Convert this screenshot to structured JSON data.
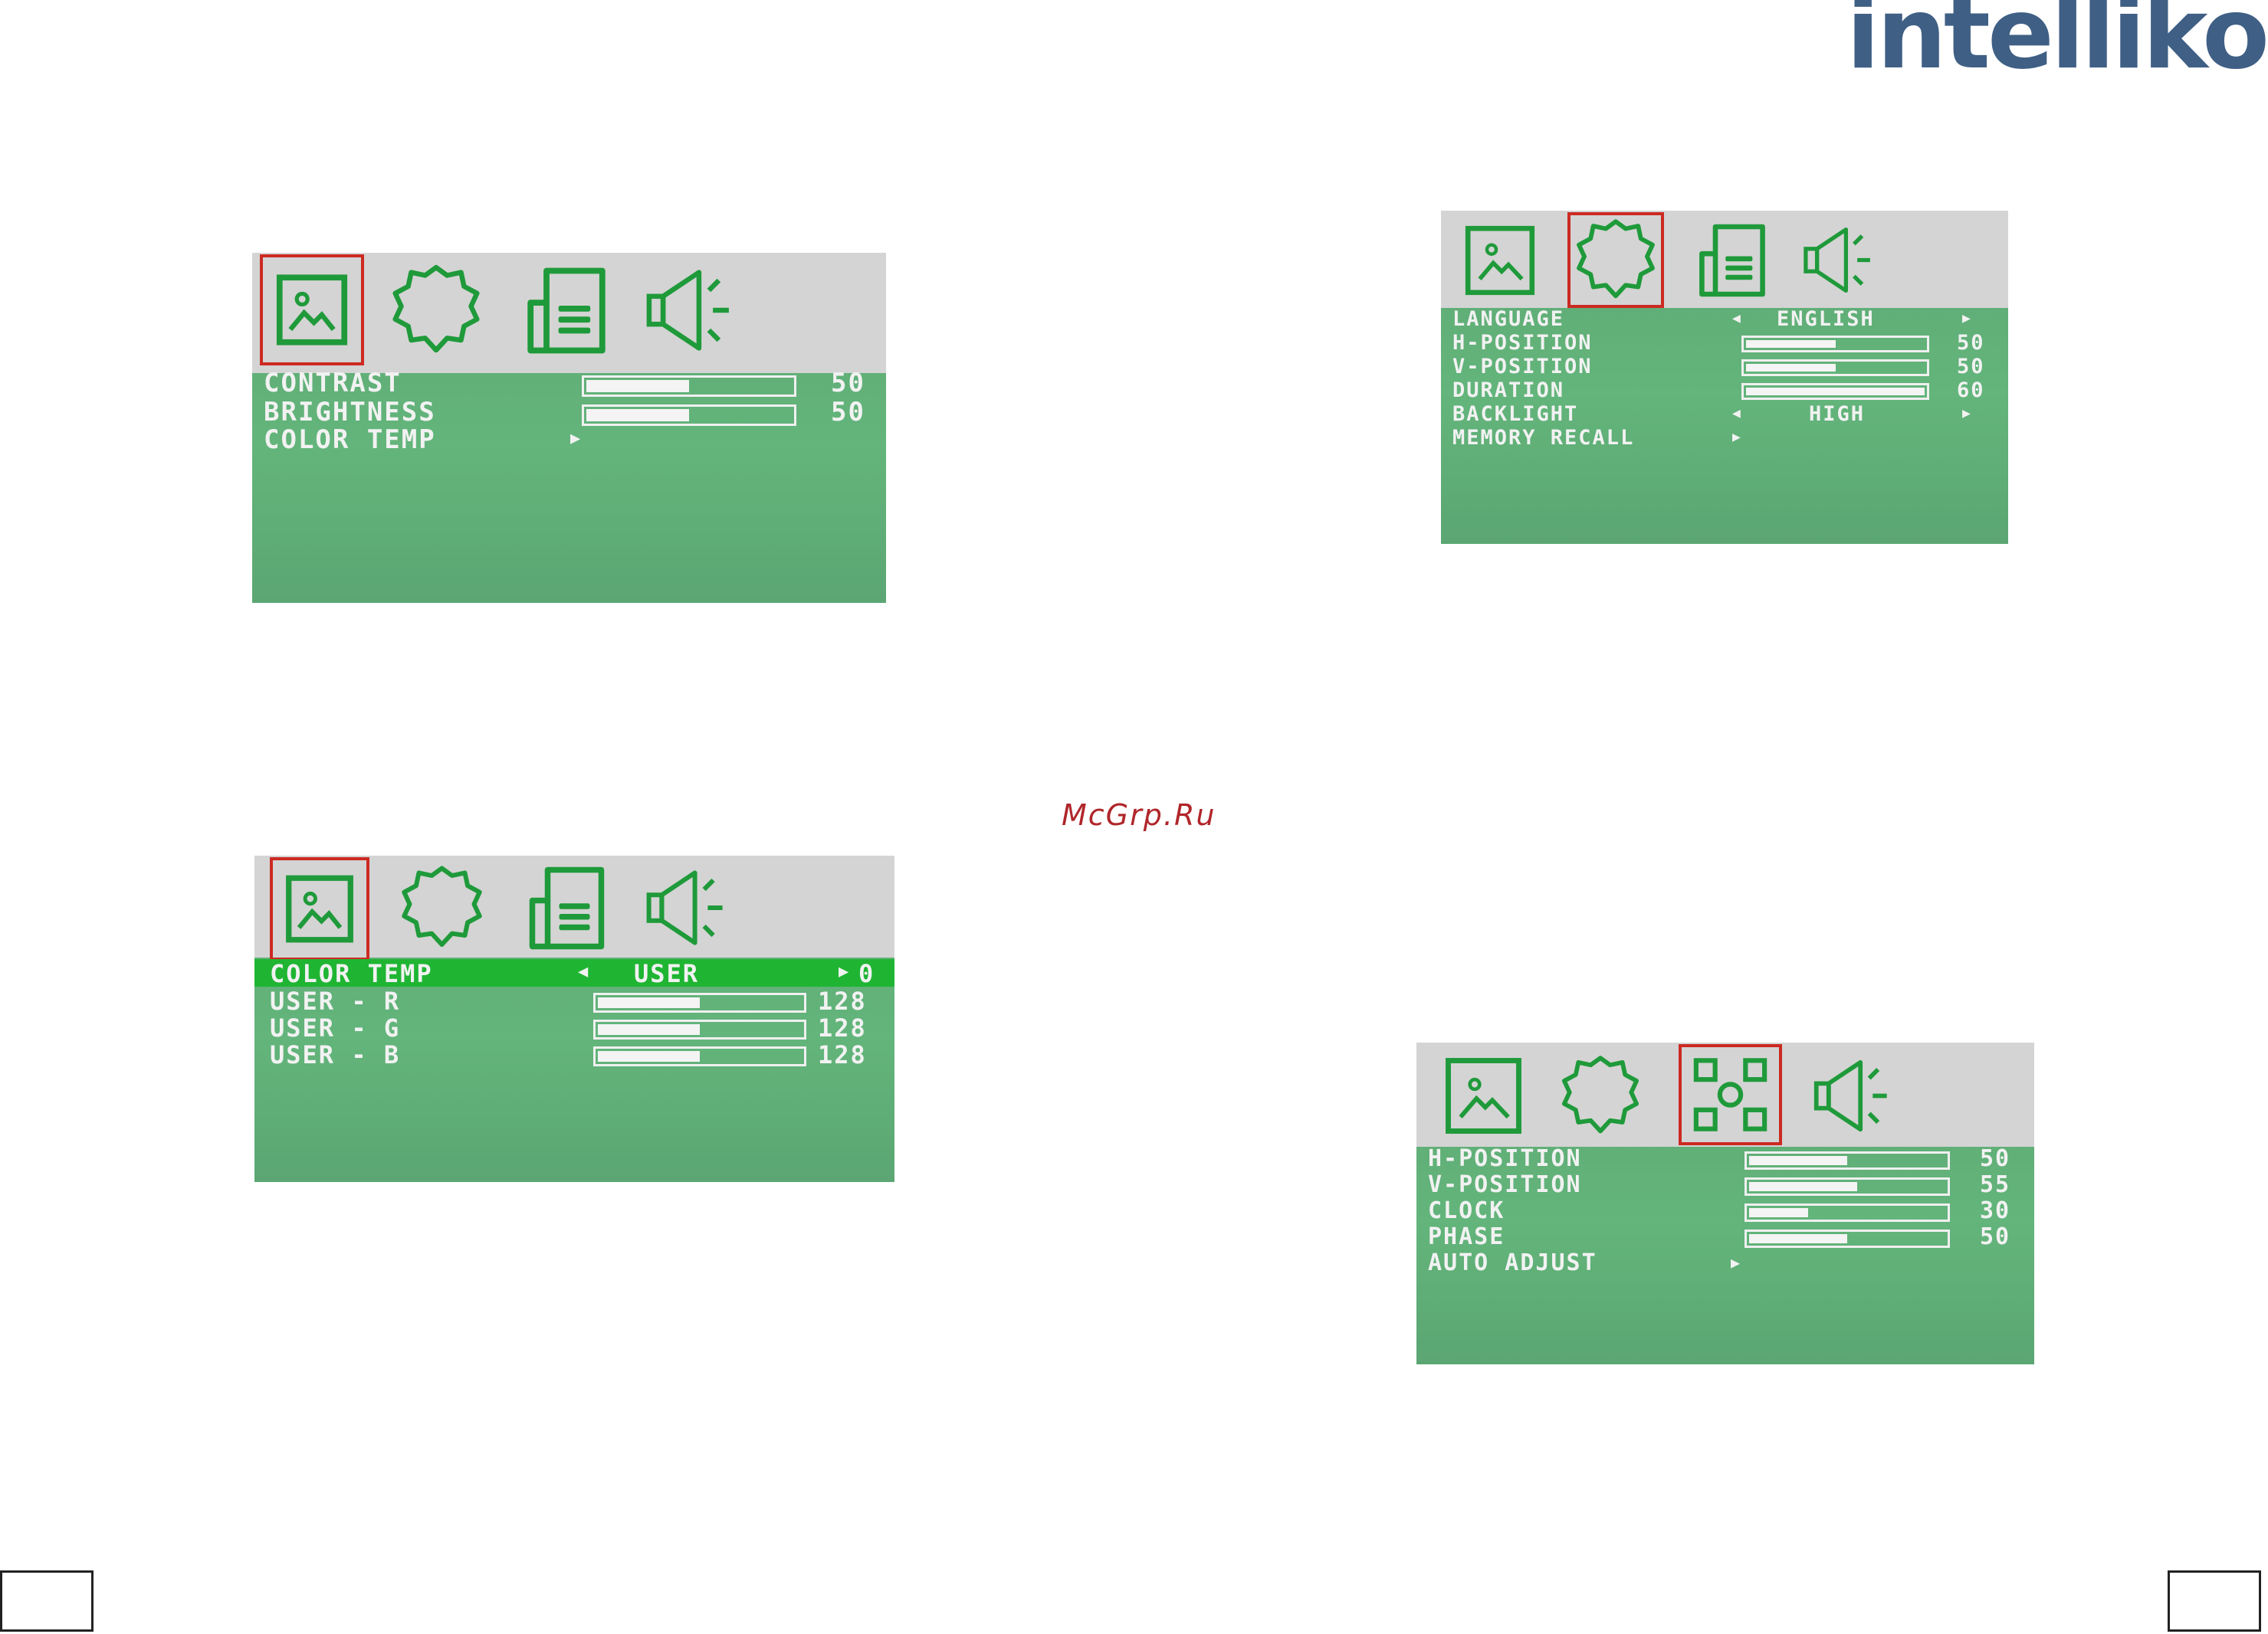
{
  "brand": {
    "logo_text": "intelliko",
    "color": "#3f5f85"
  },
  "watermark": {
    "text": "McGrp.Ru",
    "color": "#b0262a"
  },
  "colors": {
    "osd_green": "#5fae77",
    "icon_green": "#1f9a3a",
    "selection_red": "#cc2a22",
    "highlight_green": "#1fb533"
  },
  "tabs": [
    "picture-icon",
    "gear-icon",
    "document-icon",
    "speaker-icon",
    "geometry-icon"
  ],
  "osd1": {
    "selected_tab": "picture",
    "rows": [
      {
        "label": "CONTRAST",
        "value": "50",
        "level": 0.5
      },
      {
        "label": "BRIGHTNESS",
        "value": "50",
        "level": 0.5
      },
      {
        "label": "COLOR TEMP",
        "arrow": "▶"
      }
    ]
  },
  "osd2": {
    "selected_tab": "picture",
    "rows": [
      {
        "label": "COLOR TEMP",
        "left_arrow": "◀",
        "option": "USER",
        "right_arrow": "▶",
        "value": "0"
      },
      {
        "label": "USER - R",
        "value": "128",
        "level": 0.5
      },
      {
        "label": "USER - G",
        "value": "128",
        "level": 0.5
      },
      {
        "label": "USER - B",
        "value": "128",
        "level": 0.5
      }
    ]
  },
  "osd3": {
    "selected_tab": "setup",
    "rows": [
      {
        "label": "LANGUAGE",
        "left_arrow": "◀",
        "option": "ENGLISH",
        "right_arrow": "▶"
      },
      {
        "label": "H-POSITION",
        "value": "50",
        "level": 0.5
      },
      {
        "label": "V-POSITION",
        "value": "50",
        "level": 0.5
      },
      {
        "label": "DURATION",
        "value": "60",
        "level": 1.0
      },
      {
        "label": "BACKLIGHT",
        "left_arrow": "◀",
        "option": "HIGH",
        "right_arrow": "▶"
      },
      {
        "label": "MEMORY RECALL",
        "arrow": "▶"
      }
    ]
  },
  "osd4": {
    "selected_tab": "geometry",
    "rows": [
      {
        "label": "H-POSITION",
        "value": "50",
        "level": 0.5
      },
      {
        "label": "V-POSITION",
        "value": "55",
        "level": 0.55
      },
      {
        "label": "CLOCK",
        "value": "30",
        "level": 0.3
      },
      {
        "label": "PHASE",
        "value": "50",
        "level": 0.5
      },
      {
        "label": "AUTO ADJUST",
        "arrow": "▶"
      }
    ]
  }
}
